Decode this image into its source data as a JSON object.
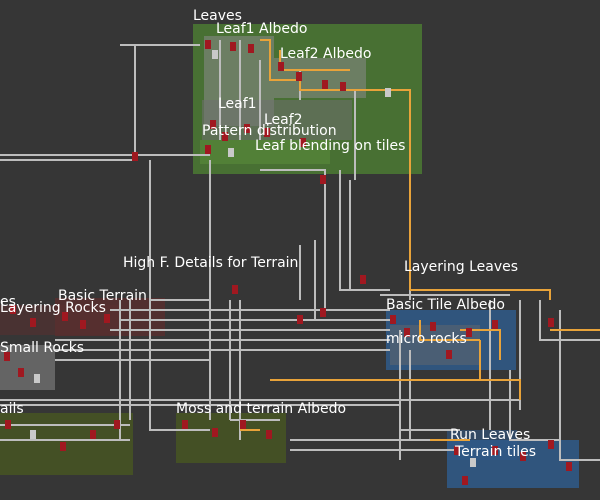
{
  "graph": {
    "frames": [
      {
        "id": "leaves",
        "label": "Leaves",
        "color": "#4b7a32"
      },
      {
        "id": "leaf1-albedo",
        "label": "Leaf1 Albedo",
        "color": "#7c7c7c"
      },
      {
        "id": "leaf2-albedo",
        "label": "Leaf2 Albedo",
        "color": "#7c7c7c"
      },
      {
        "id": "leaf1",
        "label": "Leaf1",
        "color": "#707070"
      },
      {
        "id": "leaf2",
        "label": "Leaf2",
        "color": "#707070"
      },
      {
        "id": "pattern-distribution",
        "label": "Pattern distribution",
        "color": "#6a6a6a"
      },
      {
        "id": "leaf-blending",
        "label": "Leaf blending  on tiles",
        "color": "#4b7a32"
      },
      {
        "id": "high-f-details",
        "label": "High F. Details for Terrain",
        "color": "#3a3a3a"
      },
      {
        "id": "basic-terrain",
        "label": "Basic Terrain",
        "color": "#6a2a2a"
      },
      {
        "id": "layering-rocks",
        "label": "Layering Rocks",
        "color": "#5a3030"
      },
      {
        "id": "small-rocks",
        "label": "Small Rocks",
        "color": "#7a7a7a"
      },
      {
        "id": "details",
        "label": "ails",
        "color": "#4a5a20"
      },
      {
        "id": "moss-terrain",
        "label": "Moss and terrain Albedo",
        "color": "#4a5a20"
      },
      {
        "id": "layering-leaves",
        "label": "Layering Leaves",
        "color": "#3a3a3a"
      },
      {
        "id": "basic-tile-albedo",
        "label": "Basic Tile Albedo",
        "color": "#2f5a8a"
      },
      {
        "id": "micro-rocks",
        "label": "micro rocks",
        "color": "#6a6a6a"
      },
      {
        "id": "run-leaves",
        "label": "Run Leaves",
        "color": "#2f5a8a"
      },
      {
        "id": "terrain-tiles",
        "label": "Terrain tiles",
        "color": "#2f5a8a"
      },
      {
        "id": "es",
        "label": "es",
        "color": "#3a3a3a"
      }
    ],
    "colors": {
      "background": "#363636",
      "wire": "#bdbdbd",
      "wire_active": "#e8a33a",
      "node": "#a01820",
      "node_alt": "#c9c9c9"
    }
  }
}
